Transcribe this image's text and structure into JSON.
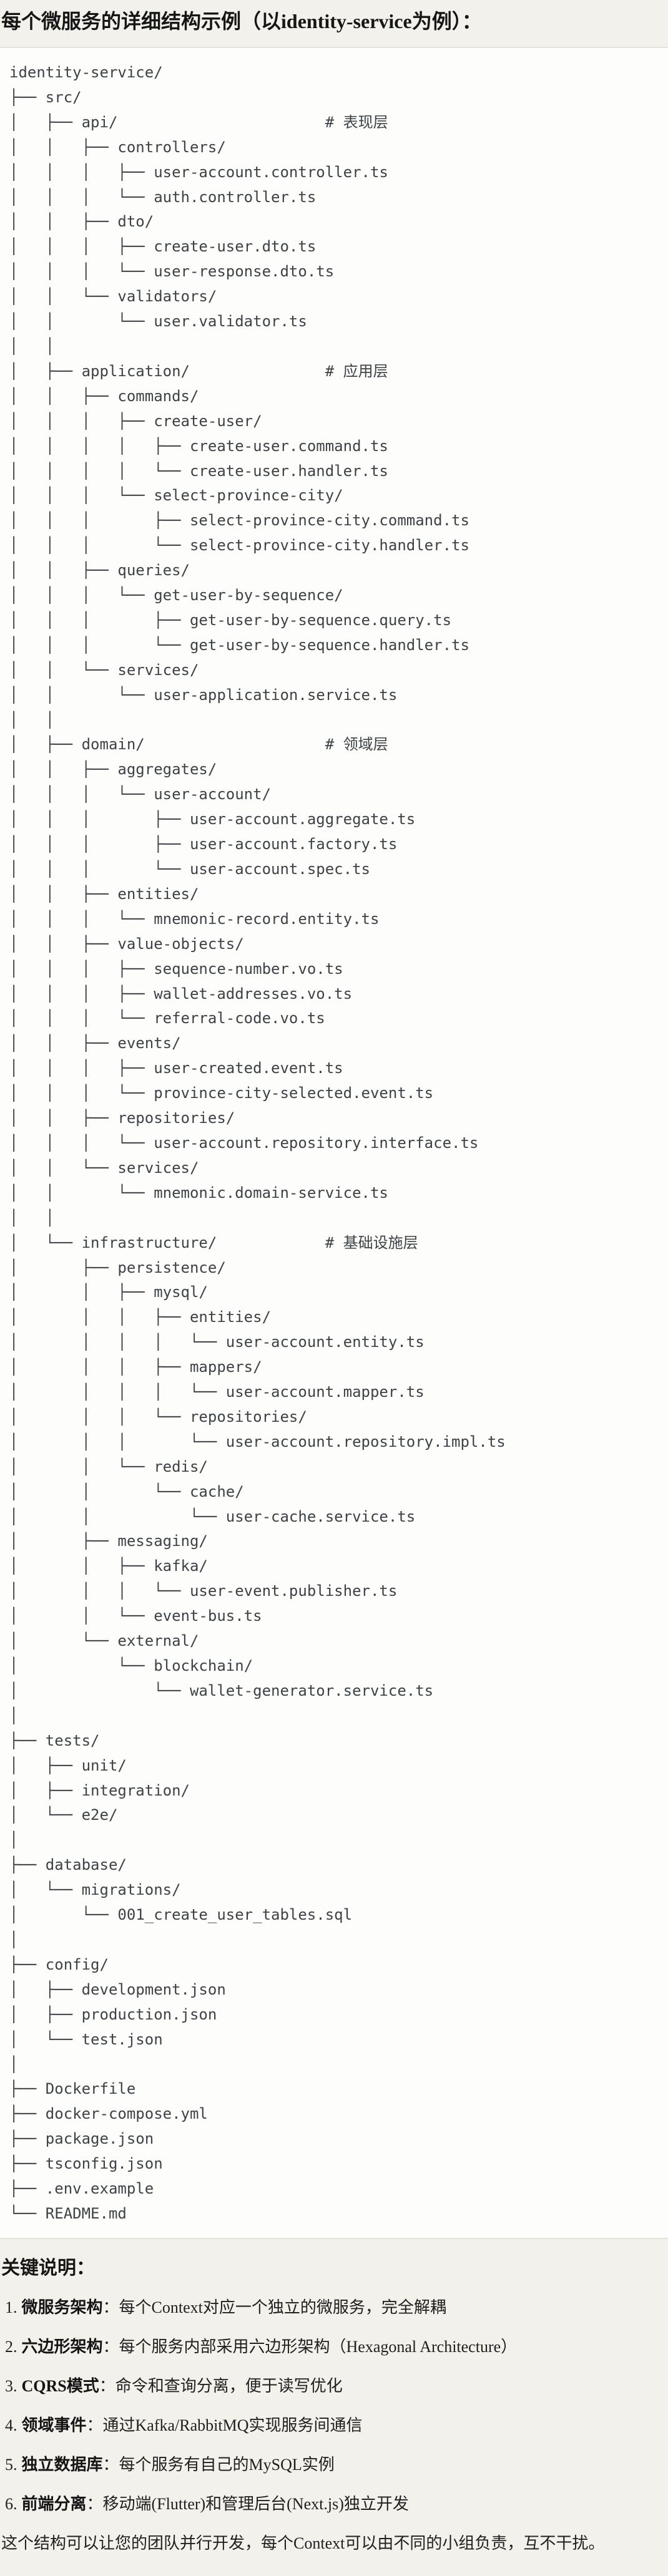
{
  "title": "每个微服务的详细结构示例（以identity-service为例）：",
  "tree": {
    "lines": [
      "identity-service/",
      "├── src/",
      "│   ├── api/                       # 表现层",
      "│   │   ├── controllers/",
      "│   │   │   ├── user-account.controller.ts",
      "│   │   │   └── auth.controller.ts",
      "│   │   ├── dto/",
      "│   │   │   ├── create-user.dto.ts",
      "│   │   │   └── user-response.dto.ts",
      "│   │   └── validators/",
      "│   │       └── user.validator.ts",
      "│   │",
      "│   ├── application/               # 应用层",
      "│   │   ├── commands/",
      "│   │   │   ├── create-user/",
      "│   │   │   │   ├── create-user.command.ts",
      "│   │   │   │   └── create-user.handler.ts",
      "│   │   │   └── select-province-city/",
      "│   │   │       ├── select-province-city.command.ts",
      "│   │   │       └── select-province-city.handler.ts",
      "│   │   ├── queries/",
      "│   │   │   └── get-user-by-sequence/",
      "│   │   │       ├── get-user-by-sequence.query.ts",
      "│   │   │       └── get-user-by-sequence.handler.ts",
      "│   │   └── services/",
      "│   │       └── user-application.service.ts",
      "│   │",
      "│   ├── domain/                    # 领域层",
      "│   │   ├── aggregates/",
      "│   │   │   └── user-account/",
      "│   │   │       ├── user-account.aggregate.ts",
      "│   │   │       ├── user-account.factory.ts",
      "│   │   │       └── user-account.spec.ts",
      "│   │   ├── entities/",
      "│   │   │   └── mnemonic-record.entity.ts",
      "│   │   ├── value-objects/",
      "│   │   │   ├── sequence-number.vo.ts",
      "│   │   │   ├── wallet-addresses.vo.ts",
      "│   │   │   └── referral-code.vo.ts",
      "│   │   ├── events/",
      "│   │   │   ├── user-created.event.ts",
      "│   │   │   └── province-city-selected.event.ts",
      "│   │   ├── repositories/",
      "│   │   │   └── user-account.repository.interface.ts",
      "│   │   └── services/",
      "│   │       └── mnemonic.domain-service.ts",
      "│   │",
      "│   └── infrastructure/            # 基础设施层",
      "│       ├── persistence/",
      "│       │   ├── mysql/",
      "│       │   │   ├── entities/",
      "│       │   │   │   └── user-account.entity.ts",
      "│       │   │   ├── mappers/",
      "│       │   │   │   └── user-account.mapper.ts",
      "│       │   │   └── repositories/",
      "│       │   │       └── user-account.repository.impl.ts",
      "│       │   └── redis/",
      "│       │       └── cache/",
      "│       │           └── user-cache.service.ts",
      "│       ├── messaging/",
      "│       │   ├── kafka/",
      "│       │   │   └── user-event.publisher.ts",
      "│       │   └── event-bus.ts",
      "│       └── external/",
      "│           └── blockchain/",
      "│               └── wallet-generator.service.ts",
      "│",
      "├── tests/",
      "│   ├── unit/",
      "│   ├── integration/",
      "│   └── e2e/",
      "│",
      "├── database/",
      "│   └── migrations/",
      "│       └── 001_create_user_tables.sql",
      "│",
      "├── config/",
      "│   ├── development.json",
      "│   ├── production.json",
      "│   └── test.json",
      "│",
      "├── Dockerfile",
      "├── docker-compose.yml",
      "├── package.json",
      "├── tsconfig.json",
      "├── .env.example",
      "└── README.md"
    ]
  },
  "notes": {
    "heading": "关键说明：",
    "items": [
      {
        "num": "1.",
        "label": "微服务架构",
        "colon": "：",
        "text": "每个Context对应一个独立的微服务，完全解耦"
      },
      {
        "num": "2.",
        "label": "六边形架构",
        "colon": "：",
        "text": "每个服务内部采用六边形架构（Hexagonal Architecture）"
      },
      {
        "num": "3.",
        "label": "CQRS模式",
        "colon": "：",
        "text": "命令和查询分离，便于读写优化"
      },
      {
        "num": "4.",
        "label": "领域事件",
        "colon": "：",
        "text": "通过Kafka/RabbitMQ实现服务间通信"
      },
      {
        "num": "5.",
        "label": "独立数据库",
        "colon": "：",
        "text": "每个服务有自己的MySQL实例"
      },
      {
        "num": "6.",
        "label": "前端分离",
        "colon": "：",
        "text": "移动端(Flutter)和管理后台(Next.js)独立开发"
      }
    ],
    "closing": "这个结构可以让您的团队并行开发，每个Context可以由不同的小组负责，互不干扰。"
  },
  "colors": {
    "page_bg": "#f3f1ec",
    "code_bg": "#fdfdfb",
    "border": "#e6e3dc",
    "code_text": "#3d4247",
    "text": "#1f1f1f"
  }
}
